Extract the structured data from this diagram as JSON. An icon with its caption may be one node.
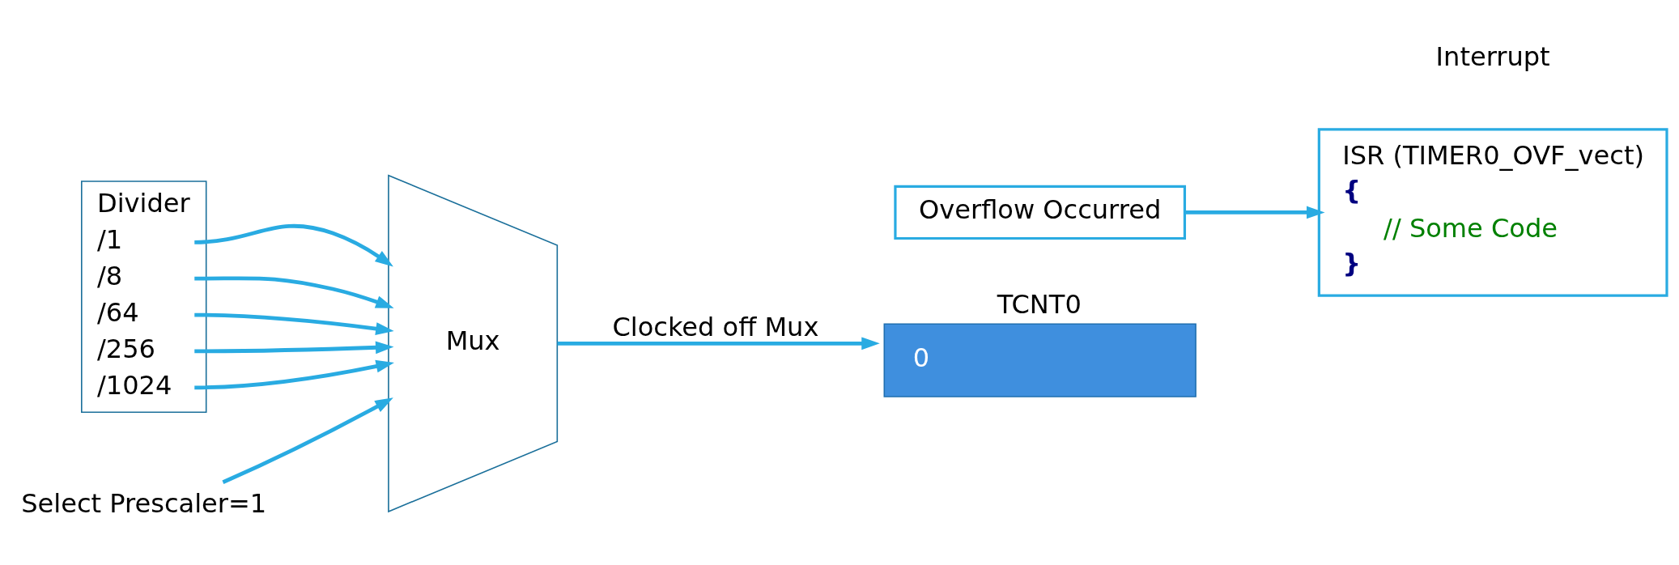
{
  "diagram": {
    "nodes": [
      {
        "text": [
          "Divider",
          "/1",
          "/8",
          "/64",
          "/256",
          "/1024"
        ]
      },
      {
        "text": [
          "Mux"
        ]
      },
      {
        "text": [
          "Select Prescaler=1"
        ]
      },
      {
        "text": [
          "TCNT0",
          "0"
        ]
      },
      {
        "text": [
          "Overflow Occurred"
        ]
      },
      {
        "text": [
          "ISR (TIMER0_OVF_vect)",
          "{",
          "// Some Code",
          "}"
        ]
      }
    ],
    "edges": [
      {
        "from": 0,
        "to": 1,
        "arrow": "to"
      },
      {
        "from": 0,
        "to": 1,
        "arrow": "to"
      },
      {
        "from": 0,
        "to": 1,
        "arrow": "to"
      },
      {
        "from": 0,
        "to": 1,
        "arrow": "to"
      },
      {
        "from": 0,
        "to": 1,
        "arrow": "to"
      },
      {
        "from": 2,
        "to": 1,
        "arrow": "to"
      },
      {
        "from": 1,
        "to": 3,
        "arrow": "to",
        "label": "Clocked off Mux"
      },
      {
        "from": 4,
        "to": 5,
        "arrow": "to"
      }
    ],
    "labels": [
      "Interrupt"
    ]
  }
}
